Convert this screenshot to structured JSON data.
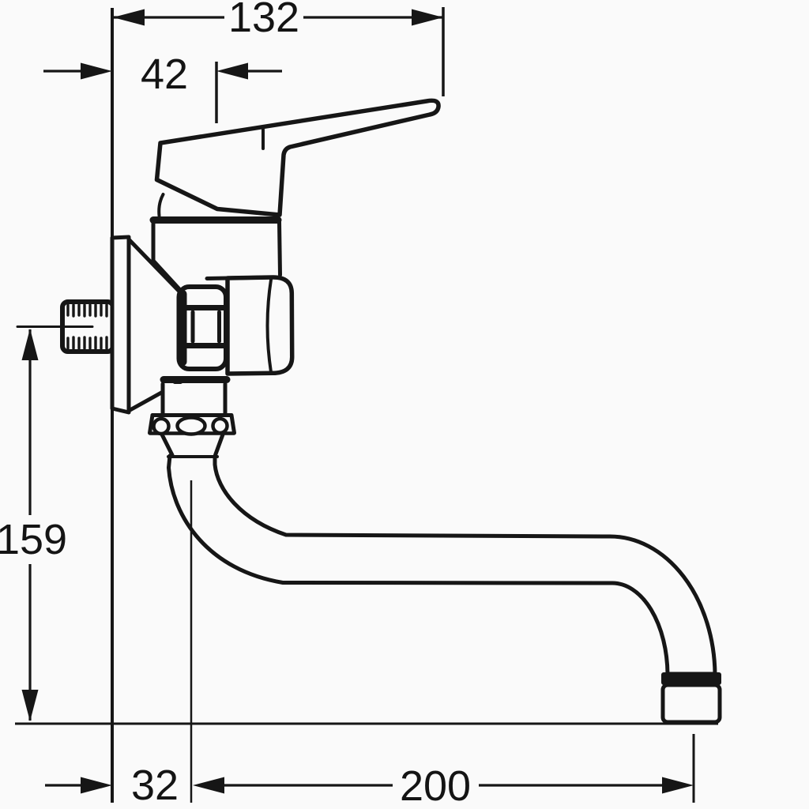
{
  "figure": {
    "type": "technical-drawing",
    "subject": "wall-mounted single-lever mixer tap with swivel spout, side elevation",
    "background_color": "#fafafa",
    "ink_color": "#161616",
    "units": "mm"
  },
  "dimensions": {
    "total_depth": "132",
    "handle_projection": "42",
    "drop_height": "159",
    "wall_to_spout_axis": "32",
    "spout_reach": "200"
  }
}
